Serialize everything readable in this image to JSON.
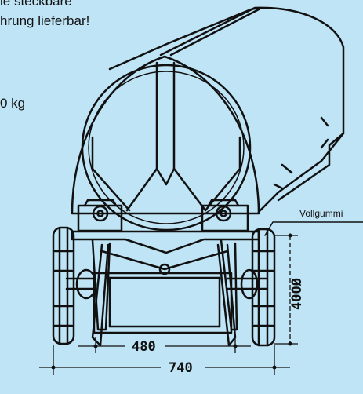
{
  "text_lines": {
    "line1": "ie steckbare",
    "line2": "hrung lieferbar!",
    "line3": "0 kg"
  },
  "labels": {
    "tire": "Vollgummi"
  },
  "dimensions": {
    "track_inner": "480",
    "track_outer": "740",
    "wheel_diameter": "400Ø"
  },
  "colors": {
    "background": "#bfe4f6",
    "line": "#111111"
  }
}
